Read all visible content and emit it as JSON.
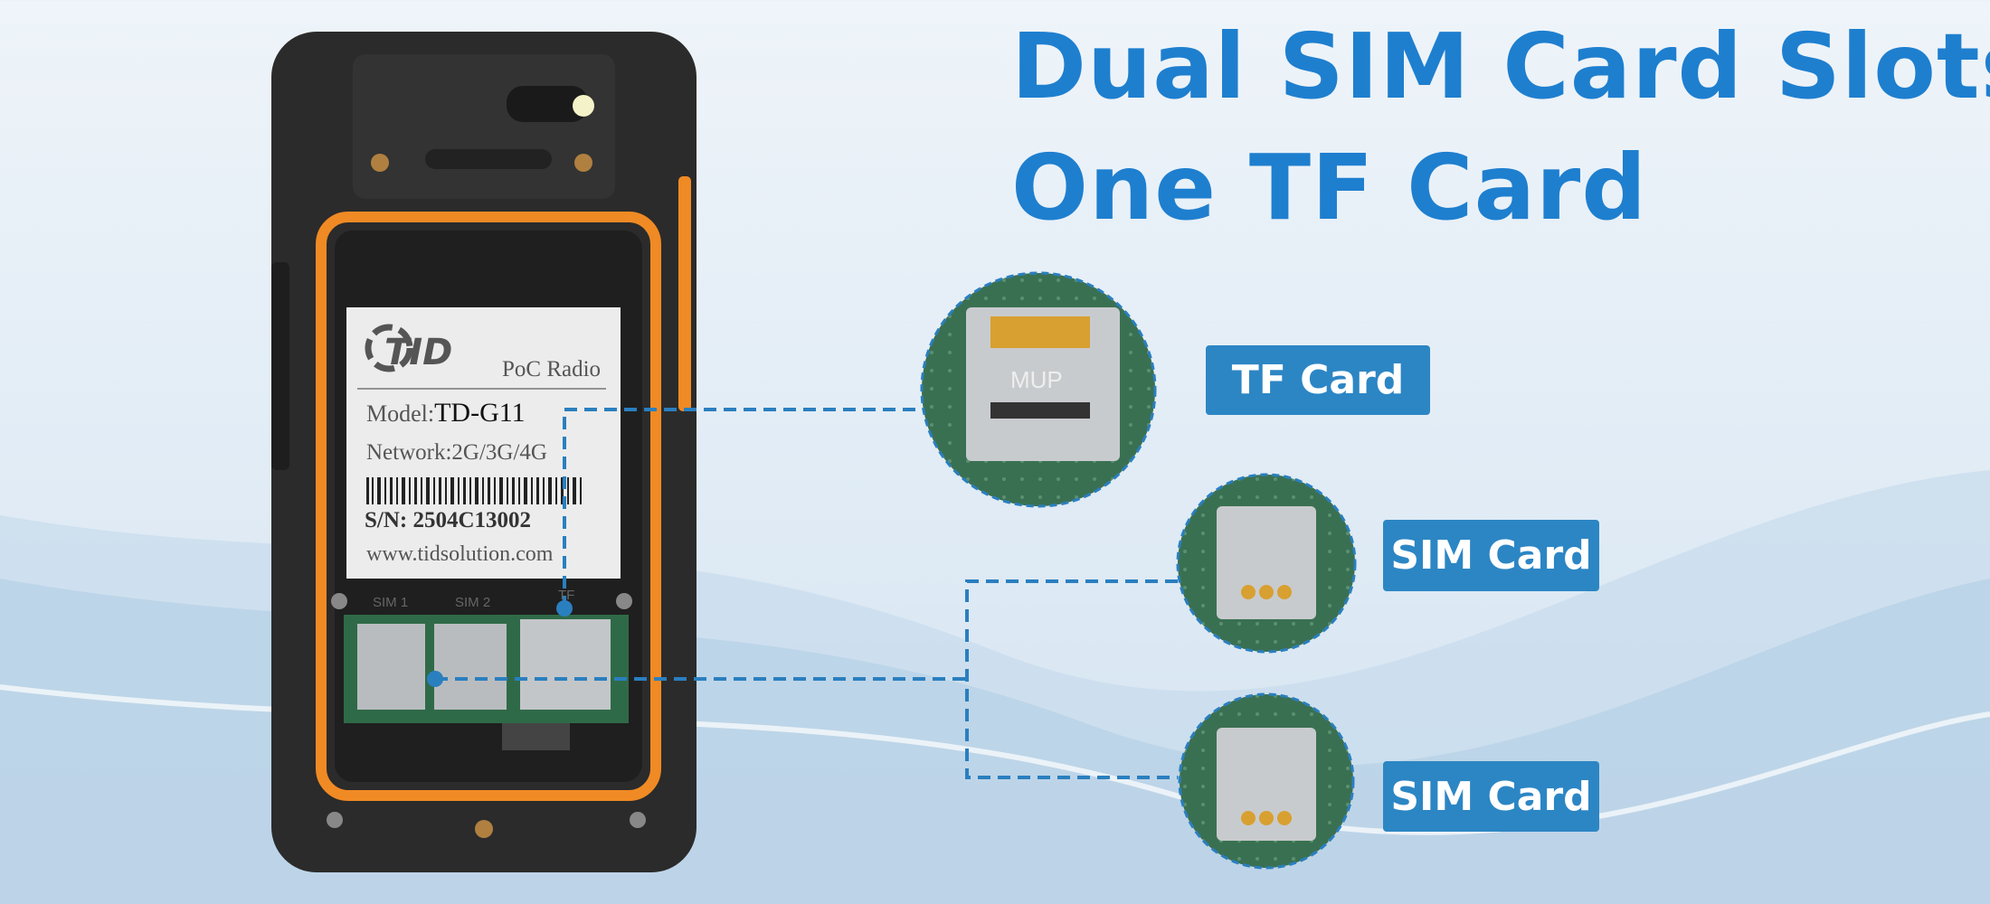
{
  "headline": {
    "line1": "Dual SIM Card Slots",
    "line2": "One TF Card"
  },
  "callouts": [
    {
      "label": "TF Card"
    },
    {
      "label": "SIM Card"
    },
    {
      "label": "SIM Card"
    }
  ],
  "device_label": {
    "brand": "TID",
    "product": "PoC Radio",
    "model_label": "Model:",
    "model_value": "TD-G11",
    "network": "Network:2G/3G/4G",
    "serial": "S/N: 2504C13002",
    "website": "www.tidsolution.com"
  },
  "slot_markings": {
    "sim1": "SIM 1",
    "sim2": "SIM 2",
    "tf": "TF"
  },
  "chip_marking": "MUP",
  "colors": {
    "accent": "#1e7fcf",
    "tag": "#2c86c4",
    "dash": "#2a7fbf",
    "phone_orange": "#f08a24",
    "phone_body": "#2b2b2b"
  }
}
